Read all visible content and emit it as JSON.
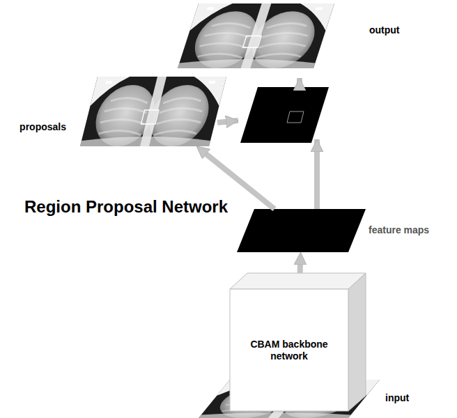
{
  "diagram": {
    "nodes": [
      {
        "text": [
          "output"
        ]
      },
      {
        "text": [
          "proposals"
        ]
      },
      {
        "text": [
          "feature maps"
        ]
      },
      {
        "text": [
          "CBAM backbone network"
        ]
      },
      {
        "text": [
          "input"
        ]
      }
    ],
    "edges": [
      {
        "from": 3,
        "to": 2,
        "arrow": "to"
      },
      {
        "from": 2,
        "to": 1,
        "label": "Region Proposal Network",
        "arrow": "to"
      }
    ]
  }
}
